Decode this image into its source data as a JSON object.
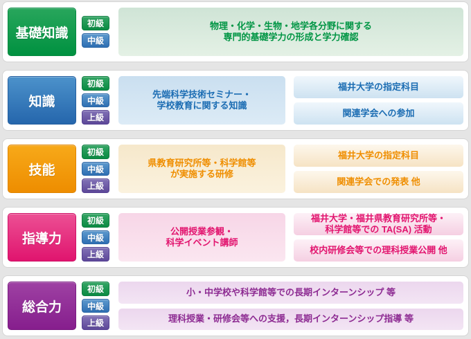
{
  "page": {
    "background": "#e5e5e5",
    "card_background": "#ffffff",
    "card_border": "#d5d5d5"
  },
  "levels": {
    "beginner": "初級",
    "intermediate": "中級",
    "advanced": "上級"
  },
  "level_styles": {
    "beginner": {
      "badge-top": "#35a565",
      "badge-bottom": "#0a8b43",
      "badge-border": "#0e7e41"
    },
    "intermediate": {
      "badge-top": "#5d99cd",
      "badge-bottom": "#2e6fb3",
      "badge-border": "#2c67a6"
    },
    "advanced": {
      "badge-top": "#8272b6",
      "badge-bottom": "#5d4899",
      "badge-border": "#564193"
    }
  },
  "rows": [
    {
      "category": "基礎知識",
      "theme": {
        "block-top": "#28a65c",
        "block-bottom": "#009140",
        "block-border": "#048a40",
        "panel-top": "#cfe4d6",
        "panel-bottom": "#e4f1e5",
        "text": "#009544",
        "box-top": "#f1f8f3",
        "box-bottom": "#d5e9da"
      },
      "panel": {
        "line1": "物理・化学・生物・地学各分野に関する",
        "line2": "専門的基礎学力の形成と学力確認"
      }
    },
    {
      "category": "知識",
      "theme": {
        "block-top": "#4c92cb",
        "block-bottom": "#2566ac",
        "block-border": "#255fa0",
        "panel-top": "#cadff0",
        "panel-bottom": "#dcebf6",
        "text": "#1c6db3",
        "box-top": "#f0f7fc",
        "box-bottom": "#cde2f1"
      },
      "panel": {
        "line1": "先端科学技術セミナー・",
        "line2": "学校教育に関する知識"
      },
      "boxes": [
        {
          "line1": "福井大学の指定科目"
        },
        {
          "line1": "関連学会への参加"
        }
      ]
    },
    {
      "category": "技能",
      "theme": {
        "block-top": "#f7a919",
        "block-bottom": "#ee8d00",
        "block-border": "#df8400",
        "panel-top": "#f6e8cb",
        "panel-bottom": "#fbf2de",
        "text": "#ef8e00",
        "box-top": "#fdf7ec",
        "box-bottom": "#f6e3c4"
      },
      "panel": {
        "line1": "県教育研究所等・科学館等",
        "line2": "が実施する研修"
      },
      "boxes": [
        {
          "line1": "福井大学の指定科目"
        },
        {
          "line1": "関連学会での発表 他"
        }
      ]
    },
    {
      "category": "指導力",
      "theme": {
        "block-top": "#ec5094",
        "block-bottom": "#e0146e",
        "block-border": "#cf1066",
        "panel-top": "#f7d6e7",
        "panel-bottom": "#fbe6f0",
        "text": "#e2156f",
        "box-top": "#fdf1f7",
        "box-bottom": "#f5cfe2"
      },
      "panel": {
        "line1": "公開授業参観・",
        "line2": "科学イベント講師"
      },
      "boxes": [
        {
          "line1": "福井大学・福井県教育研究所等・",
          "line2": "科学館等での TA(SA) 活動"
        },
        {
          "line1": "校内研修会等での理科授業公開 他"
        }
      ]
    },
    {
      "category": "総合力",
      "theme": {
        "block-top": "#9e41a3",
        "block-bottom": "#861e8d",
        "block-border": "#7a1b81",
        "panel-top": "#ecd7ee",
        "panel-bottom": "#f3e5f4",
        "text": "#8d2b92",
        "box-top": "#f6ecf7",
        "box-bottom": "#e8d2ea"
      },
      "panels": [
        {
          "line1": "小・中学校や科学館等での長期インターンシップ 等"
        },
        {
          "line1": "理科授業・研修会等への支援，長期インターンシップ指導 等"
        }
      ]
    }
  ]
}
